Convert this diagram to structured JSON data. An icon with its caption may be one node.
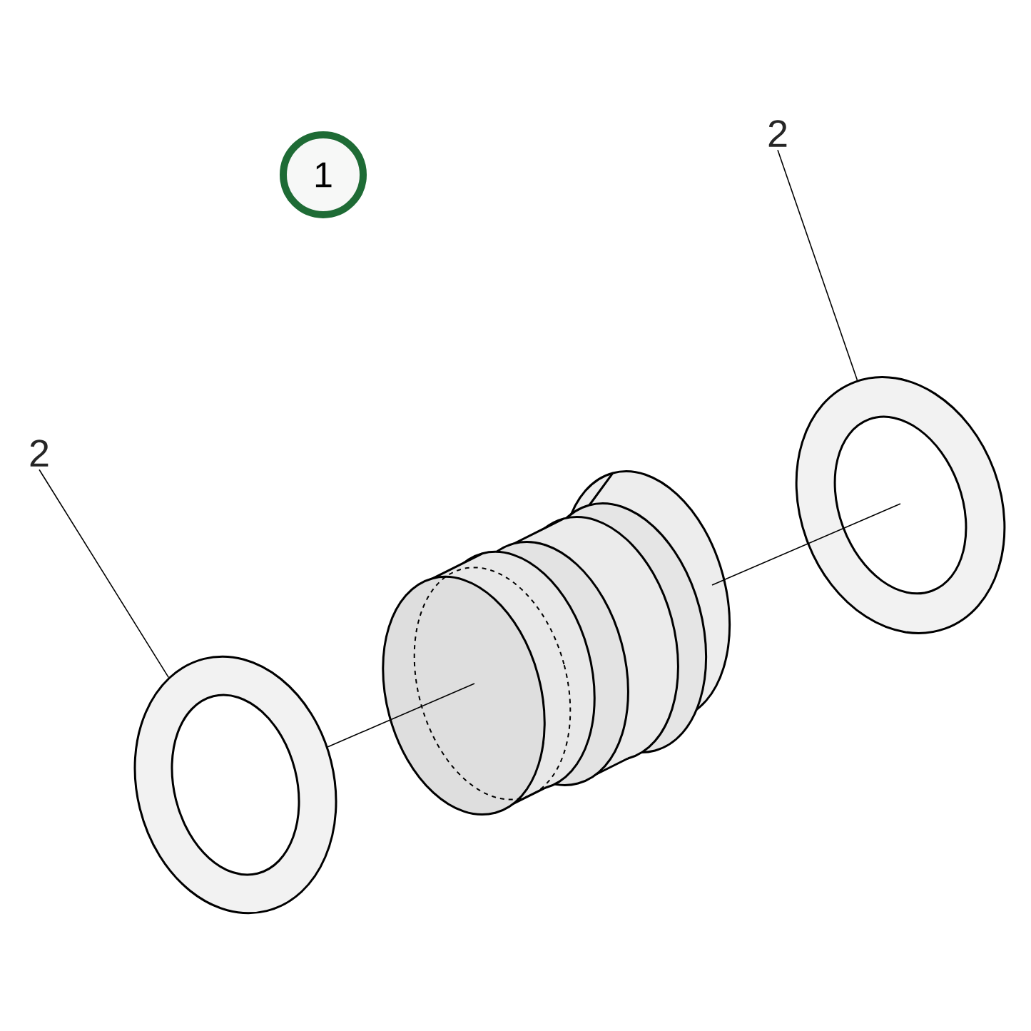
{
  "diagram": {
    "nodes": [
      {
        "text": [
          "1"
        ]
      },
      {
        "text": [
          "2"
        ]
      },
      {
        "text": [],
        "shape": "picture"
      },
      {
        "text": [
          "2"
        ]
      },
      {
        "text": [],
        "shape": "picture"
      }
    ],
    "edges": [
      {
        "from": 1,
        "to": 2,
        "arrow": "none"
      },
      {
        "from": 3,
        "to": 4,
        "arrow": "none"
      }
    ]
  }
}
